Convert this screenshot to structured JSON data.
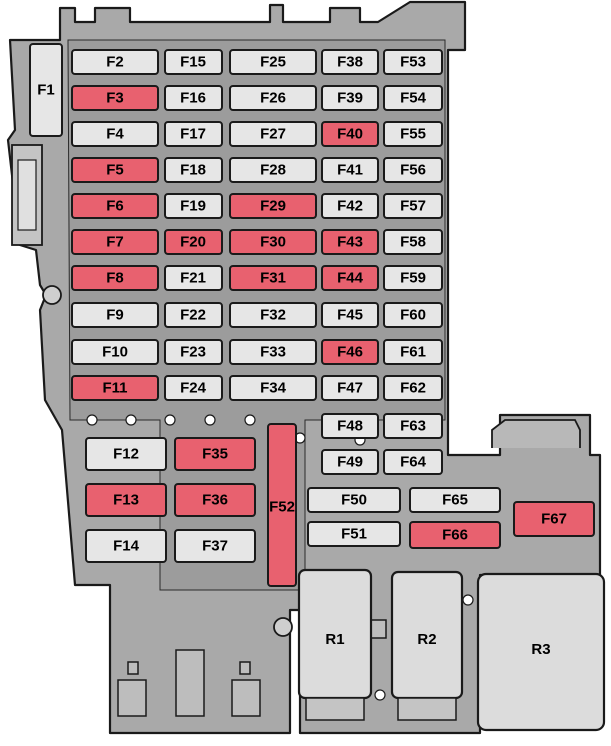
{
  "colors": {
    "housing": "#a9a9a9",
    "housing_dark": "#8f8f8f",
    "outline": "#1a1a1a",
    "fuse_normal": "#e6e6e6",
    "fuse_highlight": "#e8616f",
    "fuse_highlight_border": "#c9404f",
    "relay": "#dcdcdc"
  },
  "fuses": {
    "F1": {
      "label": "F1",
      "highlighted": false
    },
    "F2": {
      "label": "F2",
      "highlighted": false
    },
    "F3": {
      "label": "F3",
      "highlighted": true
    },
    "F4": {
      "label": "F4",
      "highlighted": false
    },
    "F5": {
      "label": "F5",
      "highlighted": true
    },
    "F6": {
      "label": "F6",
      "highlighted": true
    },
    "F7": {
      "label": "F7",
      "highlighted": true
    },
    "F8": {
      "label": "F8",
      "highlighted": true
    },
    "F9": {
      "label": "F9",
      "highlighted": false
    },
    "F10": {
      "label": "F10",
      "highlighted": false
    },
    "F11": {
      "label": "F11",
      "highlighted": true
    },
    "F12": {
      "label": "F12",
      "highlighted": false
    },
    "F13": {
      "label": "F13",
      "highlighted": true
    },
    "F14": {
      "label": "F14",
      "highlighted": false
    },
    "F15": {
      "label": "F15",
      "highlighted": false
    },
    "F16": {
      "label": "F16",
      "highlighted": false
    },
    "F17": {
      "label": "F17",
      "highlighted": false
    },
    "F18": {
      "label": "F18",
      "highlighted": false
    },
    "F19": {
      "label": "F19",
      "highlighted": false
    },
    "F20": {
      "label": "F20",
      "highlighted": true
    },
    "F21": {
      "label": "F21",
      "highlighted": false
    },
    "F22": {
      "label": "F22",
      "highlighted": false
    },
    "F23": {
      "label": "F23",
      "highlighted": false
    },
    "F24": {
      "label": "F24",
      "highlighted": false
    },
    "F25": {
      "label": "F25",
      "highlighted": false
    },
    "F26": {
      "label": "F26",
      "highlighted": false
    },
    "F27": {
      "label": "F27",
      "highlighted": false
    },
    "F28": {
      "label": "F28",
      "highlighted": false
    },
    "F29": {
      "label": "F29",
      "highlighted": true
    },
    "F30": {
      "label": "F30",
      "highlighted": true
    },
    "F31": {
      "label": "F31",
      "highlighted": true
    },
    "F32": {
      "label": "F32",
      "highlighted": false
    },
    "F33": {
      "label": "F33",
      "highlighted": false
    },
    "F34": {
      "label": "F34",
      "highlighted": false
    },
    "F35": {
      "label": "F35",
      "highlighted": true
    },
    "F36": {
      "label": "F36",
      "highlighted": true
    },
    "F37": {
      "label": "F37",
      "highlighted": false
    },
    "F38": {
      "label": "F38",
      "highlighted": false
    },
    "F39": {
      "label": "F39",
      "highlighted": false
    },
    "F40": {
      "label": "F40",
      "highlighted": true
    },
    "F41": {
      "label": "F41",
      "highlighted": false
    },
    "F42": {
      "label": "F42",
      "highlighted": false
    },
    "F43": {
      "label": "F43",
      "highlighted": true
    },
    "F44": {
      "label": "F44",
      "highlighted": true
    },
    "F45": {
      "label": "F45",
      "highlighted": false
    },
    "F46": {
      "label": "F46",
      "highlighted": true
    },
    "F47": {
      "label": "F47",
      "highlighted": false
    },
    "F48": {
      "label": "F48",
      "highlighted": false
    },
    "F49": {
      "label": "F49",
      "highlighted": false
    },
    "F50": {
      "label": "F50",
      "highlighted": false
    },
    "F51": {
      "label": "F51",
      "highlighted": false
    },
    "F52": {
      "label": "F52",
      "highlighted": true
    },
    "F53": {
      "label": "F53",
      "highlighted": false
    },
    "F54": {
      "label": "F54",
      "highlighted": false
    },
    "F55": {
      "label": "F55",
      "highlighted": false
    },
    "F56": {
      "label": "F56",
      "highlighted": false
    },
    "F57": {
      "label": "F57",
      "highlighted": false
    },
    "F58": {
      "label": "F58",
      "highlighted": false
    },
    "F59": {
      "label": "F59",
      "highlighted": false
    },
    "F60": {
      "label": "F60",
      "highlighted": false
    },
    "F61": {
      "label": "F61",
      "highlighted": false
    },
    "F62": {
      "label": "F62",
      "highlighted": false
    },
    "F63": {
      "label": "F63",
      "highlighted": false
    },
    "F64": {
      "label": "F64",
      "highlighted": false
    },
    "F65": {
      "label": "F65",
      "highlighted": false
    },
    "F66": {
      "label": "F66",
      "highlighted": true
    },
    "F67": {
      "label": "F67",
      "highlighted": true
    }
  },
  "relays": {
    "R1": {
      "label": "R1"
    },
    "R2": {
      "label": "R2"
    },
    "R3": {
      "label": "R3"
    }
  }
}
